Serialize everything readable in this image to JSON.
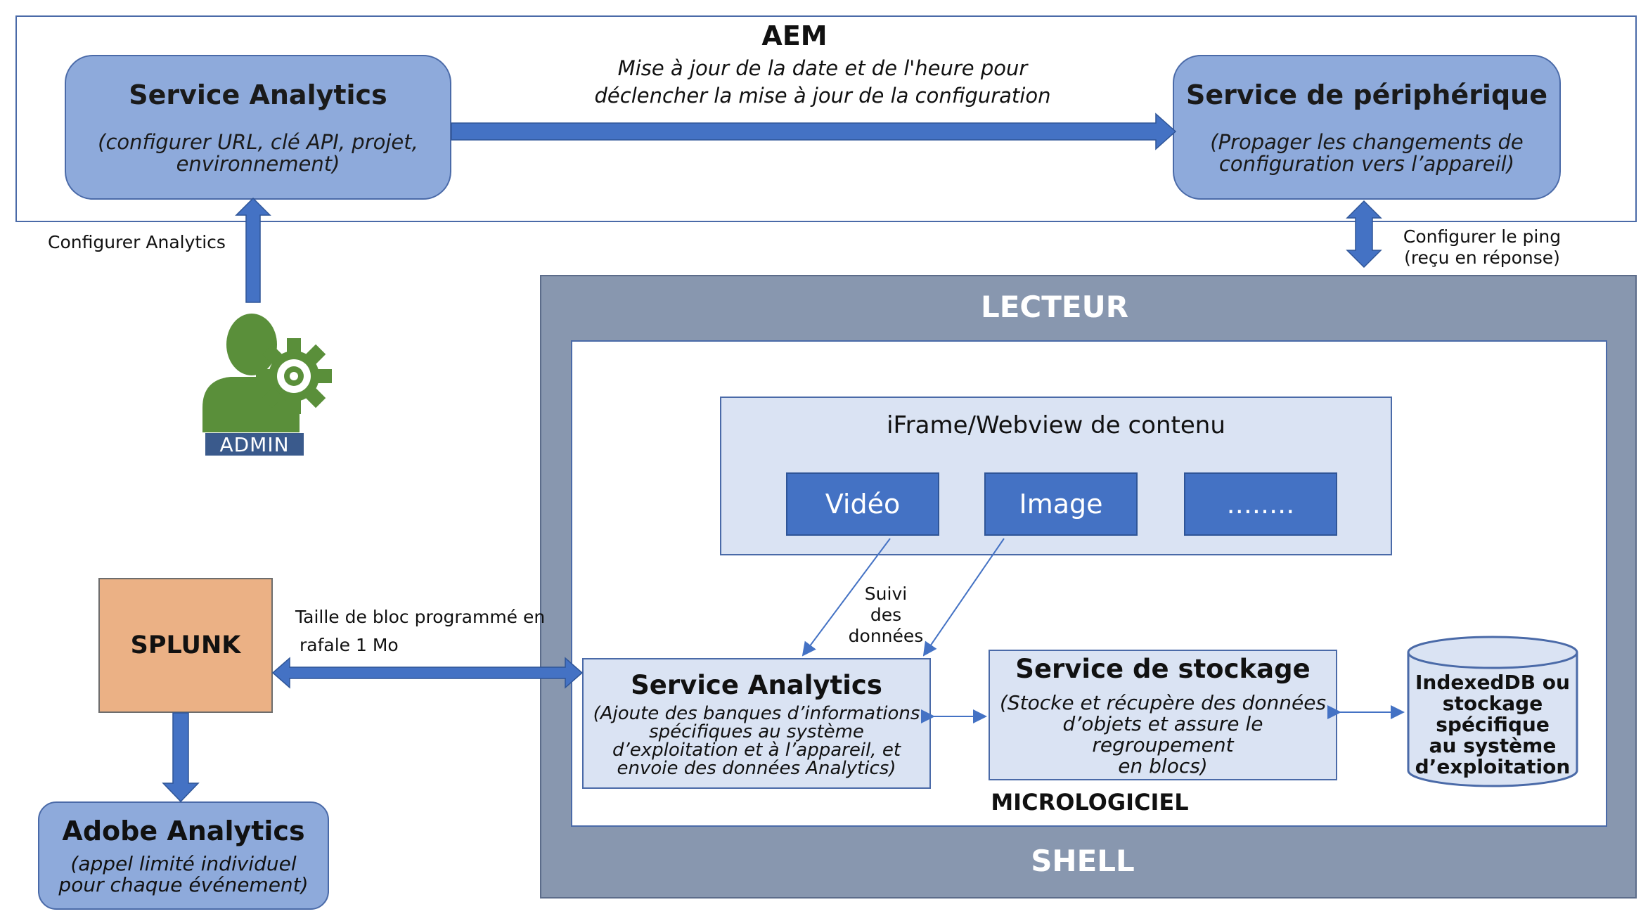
{
  "aem": {
    "title": "AEM",
    "update_note_line1": "Mise à jour de la date et de l'heure pour",
    "update_note_line2": "déclencher la mise à jour de la configuration",
    "analytics_service": {
      "title": "Service Analytics",
      "subtitle_line1": "(configurer URL, clé API, projet,",
      "subtitle_line2": "environnement)"
    },
    "device_service": {
      "title": "Service de périphérique",
      "subtitle_line1": "(Propager les changements de",
      "subtitle_line2": "configuration vers l’appareil)"
    }
  },
  "admin": {
    "configure_label": "Configurer Analytics",
    "badge": "ADMIN"
  },
  "ping": {
    "line1": "Configurer le ping",
    "line2": "(reçu en réponse)"
  },
  "player": {
    "title": "LECTEUR",
    "shell_label": "SHELL",
    "firmware_label": "MICROLOGICIEL",
    "iframe": {
      "title": "iFrame/Webview de contenu",
      "items": [
        "Vidéo",
        "Image",
        "........"
      ]
    },
    "tracking_label": [
      "Suivi",
      "des",
      "données"
    ],
    "analytics_service": {
      "title": "Service Analytics",
      "desc": [
        "(Ajoute des banques d’informations",
        "spécifiques au système",
        "d’exploitation et à l’appareil, et",
        "envoie des données Analytics)"
      ]
    },
    "storage_service": {
      "title": "Service de stockage",
      "desc": [
        "(Stocke et récupère des données",
        "d’objets et assure le regroupement",
        "en blocs)"
      ]
    },
    "db": [
      "IndexedDB ou",
      "stockage",
      "spécifique",
      "au système",
      "d’exploitation"
    ]
  },
  "splunk": {
    "label": "SPLUNK",
    "batch_line1": "Taille de bloc programmé en",
    "batch_line2": "rafale 1 Mo"
  },
  "adobe_analytics": {
    "title": "Adobe Analytics",
    "subtitle_line1": "(appel limité individuel",
    "subtitle_line2": "pour chaque événement)"
  },
  "colors": {
    "box_blue": "#8eaadb",
    "arrow_blue": "#4472c4",
    "player_gray": "#8897af",
    "panel_light": "#dae3f3",
    "splunk_orange": "#ebb185",
    "admin_green": "#5a8f3a",
    "admin_navy": "#3a5a8c"
  }
}
